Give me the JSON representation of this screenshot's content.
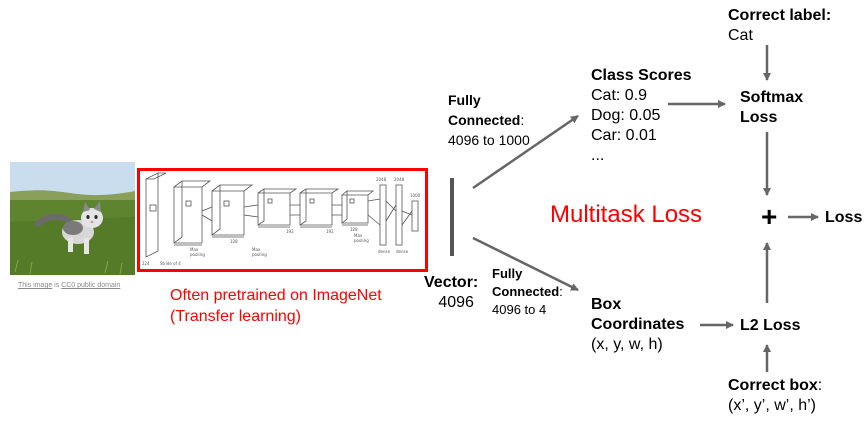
{
  "image_credit": {
    "link_text": "This image",
    "middle_text": " is ",
    "license_text": "CC0 public domain"
  },
  "cnn": {
    "caption_line1": "Often pretrained on ImageNet",
    "caption_line2": "(Transfer learning)"
  },
  "vector": {
    "label": "Vector:",
    "size": "4096"
  },
  "fc_top": {
    "line1": "Fully",
    "line2": "Connected",
    "colon": ":",
    "detail": "4096 to 1000"
  },
  "fc_bottom": {
    "line1": "Fully",
    "line2": "Connected",
    "colon": ":",
    "detail": "4096 to 4"
  },
  "class_scores": {
    "title": "Class Scores",
    "items": [
      "Cat: 0.9",
      "Dog: 0.05",
      "Car: 0.01",
      "..."
    ]
  },
  "box_coordinates": {
    "title_line1": "Box",
    "title_line2": "Coordinates",
    "value": "(x, y, w, h)"
  },
  "correct_label": {
    "title": "Correct label:",
    "value": "Cat"
  },
  "softmax": {
    "line1": "Softmax",
    "line2": "Loss"
  },
  "l2_loss": "L2 Loss",
  "correct_box": {
    "title": "Correct box",
    "colon": ":",
    "value": "(x’, y’, w’, h’)"
  },
  "multitask": "Multitask Loss",
  "plus_symbol": "+",
  "loss_output": "Loss",
  "colors": {
    "accent": "#ff0000",
    "arrow": "#666666"
  }
}
